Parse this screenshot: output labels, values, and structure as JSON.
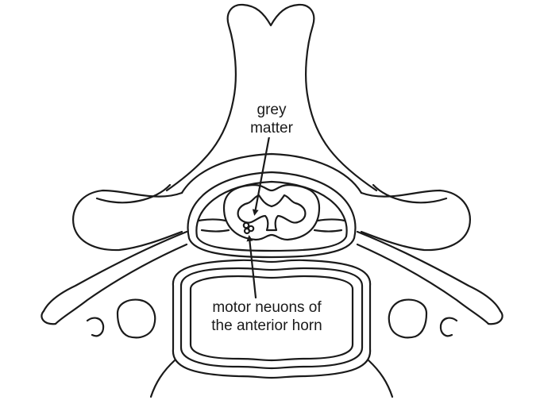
{
  "labels": {
    "grey_matter": [
      "grey",
      "matter"
    ],
    "motor_neurons": [
      "motor neuons of",
      "the anterior horn"
    ]
  },
  "colors": {
    "line": "#1a1a1a",
    "background": "#ffffff"
  }
}
